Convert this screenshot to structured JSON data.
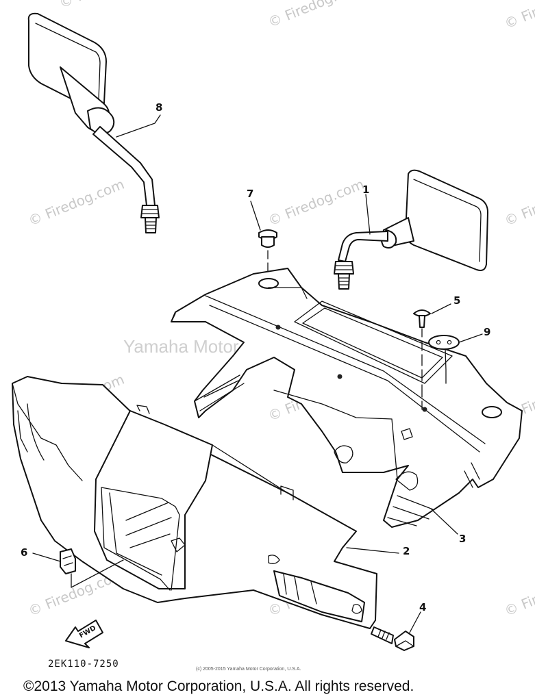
{
  "watermarks": {
    "tile_text": "© Firedog.com",
    "center_text": "Yamaha Motor Corporation, U.S.A."
  },
  "callouts": {
    "p1": "1",
    "p2": "2",
    "p3": "3",
    "p4": "4",
    "p5": "5",
    "p6": "6",
    "p7": "7",
    "p8": "8",
    "p9": "9"
  },
  "fwd_label": "FWD",
  "diagram_code": "2EK110-7250",
  "small_copyright": "(c) 2005-2015 Yamaha Motor Corporation, U.S.A.",
  "footer_copyright": "©2013 Yamaha Motor Corporation, U.S.A. All rights reserved."
}
